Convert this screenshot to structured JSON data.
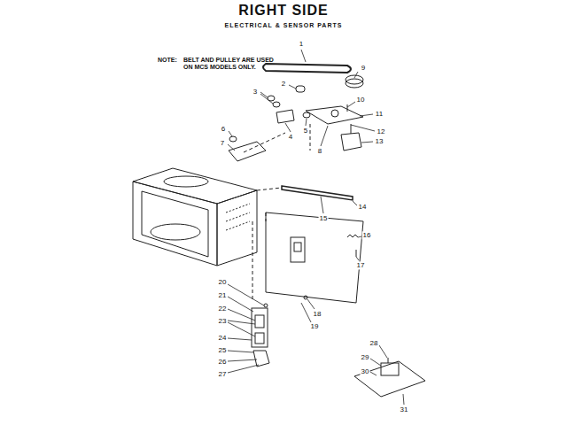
{
  "diagram": {
    "title": "RIGHT SIDE",
    "labels": [
      "ELECTRICAL & SENSOR PARTS",
      "NOTE:",
      "BELT AND PULLEY ARE USED ON MCS MODELS ONLY.",
      "1",
      "2",
      "3",
      "4",
      "5",
      "6",
      "7",
      "8",
      "9",
      "10",
      "11",
      "12",
      "13",
      "14",
      "15",
      "16",
      "17",
      "18",
      "19",
      "20",
      "21",
      "22",
      "23",
      "24",
      "25",
      "26",
      "27",
      "28",
      "29",
      "30",
      "31"
    ]
  }
}
